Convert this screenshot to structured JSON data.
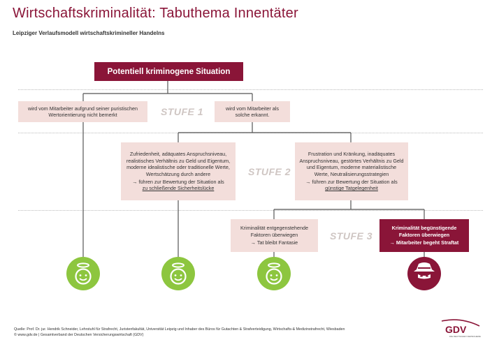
{
  "header": {
    "title": "Wirtschaftskriminalität: Tabuthema Innentäter",
    "subtitle": "Leipziger Verlaufsmodell wirtschaftskrimineller Handelns"
  },
  "top_box": {
    "label": "Potentiell kriminogene Situation"
  },
  "stages": {
    "stufe1": "STUFE 1",
    "stufe2": "STUFE 2",
    "stufe3": "STUFE 3"
  },
  "stage1": {
    "left": "wird vom Mitarbeiter aufgrund seiner puristischen Wertorientierung nicht bemerkt",
    "right": "wird vom Mitarbeiter als solche erkannt."
  },
  "stage2": {
    "left_text": "Zufriedenheit, adäquates Anspruchsniveau, realistisches Verhältnis zu Geld und Eigentum, moderne idealistische oder traditionelle Werte, Wertschätzung durch andere",
    "left_result_prefix": "→ führen zur Bewertung der Situation als",
    "left_result_underline": "zu schließende Sicherheitslücke",
    "right_text": "Frustration und Kränkung, inadäquates Anspruchsniveau, gestörtes Verhältnis zu Geld und Eigentum, moderne materialistische Werte, Neutralisierungsstrategien",
    "right_result_prefix": "→ führen zur Bewertung der Situation als",
    "right_result_underline": "günstige Tatgelegenheit"
  },
  "stage3": {
    "left_text": "Kriminalität entgegenstehende Faktoren überwiegen",
    "left_result": "→ Tat bleibt Fantasie",
    "right_text": "Kriminalität begünstigende Faktoren überwiegen",
    "right_result": "→ Mitarbeiter begeht Straftat"
  },
  "icons": [
    "angel-face-icon",
    "angel-face-icon",
    "angel-face-icon",
    "masked-criminal-icon"
  ],
  "colors": {
    "accent": "#8a1538",
    "box_light": "#f3dedb",
    "green": "#8dc63f",
    "line": "#555555",
    "stufe_text": "#cfc6c3"
  },
  "footer": {
    "source_line": "Quelle: Prof. Dr. jur. Hendrik Schneider, Lehrstuhl für Strafrecht, Juristenfakultät, Universität Leipzig und Inhaber des Büros für Gutachten & Strafverteidigung, Wirtschafts-& Medizinstrafrecht, Wiesbaden",
    "copyright_line": "© www.gdv.de | Gesamtverband der Deutschen Versicherungswirtschaft (GDV)"
  },
  "logo": {
    "text": "GDV",
    "tagline": "DIE DEUTSCHEN VERSICHERER"
  }
}
